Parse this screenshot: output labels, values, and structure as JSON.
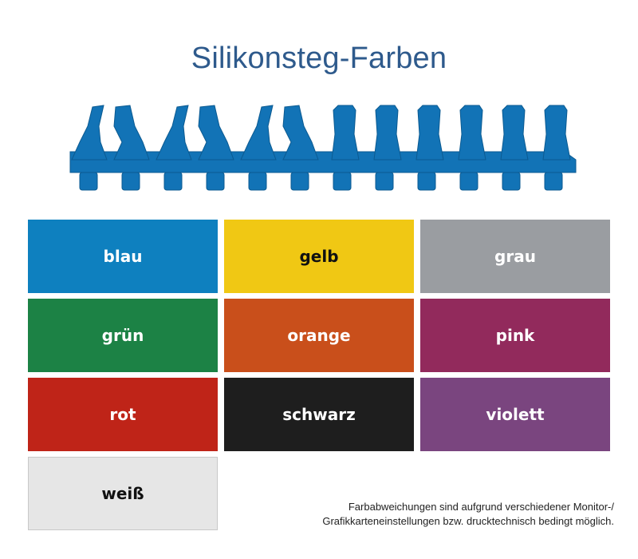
{
  "title": "Silikonsteg-Farben",
  "comb_color": "#1273b6",
  "swatches": [
    {
      "label": "blau",
      "color": "#0e80bf",
      "text_color": "#ffffff"
    },
    {
      "label": "gelb",
      "color": "#f0c814",
      "text_color": "#111111"
    },
    {
      "label": "grau",
      "color": "#9a9da1",
      "text_color": "#ffffff"
    },
    {
      "label": "grün",
      "color": "#1c8245",
      "text_color": "#ffffff"
    },
    {
      "label": "orange",
      "color": "#c94f1b",
      "text_color": "#ffffff"
    },
    {
      "label": "pink",
      "color": "#922a5c",
      "text_color": "#ffffff"
    },
    {
      "label": "rot",
      "color": "#bf2418",
      "text_color": "#ffffff"
    },
    {
      "label": "schwarz",
      "color": "#1e1e1e",
      "text_color": "#ffffff"
    },
    {
      "label": "violett",
      "color": "#7a457f",
      "text_color": "#ffffff"
    },
    {
      "label": "weiß",
      "color": "#e6e6e6",
      "text_color": "#111111"
    }
  ],
  "note_line1": "Farbabweichungen sind aufgrund verschiedener Monitor-/",
  "note_line2": "Grafikkarteneinstellungen bzw. drucktechnisch bedingt möglich."
}
